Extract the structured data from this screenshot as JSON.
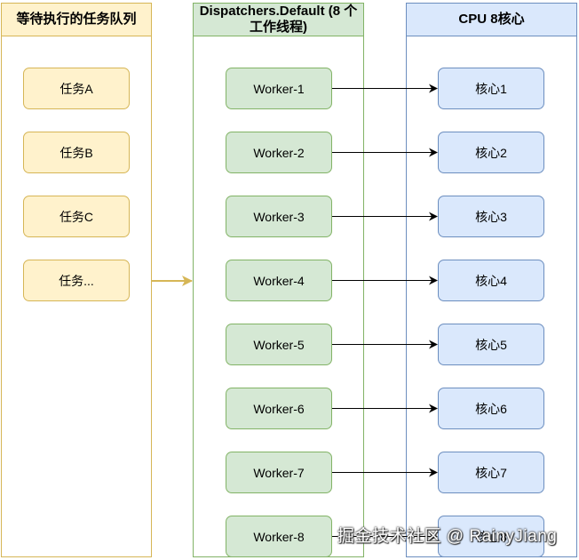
{
  "lanes": {
    "queue": {
      "title": "等待执行的任务队列"
    },
    "dispatcher": {
      "title": "Dispatchers.Default (8 个工作线程)"
    },
    "cpu": {
      "title": "CPU 8核心"
    }
  },
  "tasks": [
    {
      "label": "任务A"
    },
    {
      "label": "任务B"
    },
    {
      "label": "任务C"
    },
    {
      "label": "任务..."
    }
  ],
  "workers": [
    {
      "label": "Worker-1"
    },
    {
      "label": "Worker-2"
    },
    {
      "label": "Worker-3"
    },
    {
      "label": "Worker-4"
    },
    {
      "label": "Worker-5"
    },
    {
      "label": "Worker-6"
    },
    {
      "label": "Worker-7"
    },
    {
      "label": "Worker-8"
    }
  ],
  "cores": [
    {
      "label": "核心1"
    },
    {
      "label": "核心2"
    },
    {
      "label": "核心3"
    },
    {
      "label": "核心4"
    },
    {
      "label": "核心5"
    },
    {
      "label": "核心6"
    },
    {
      "label": "核心7"
    },
    {
      "label": "核心8"
    }
  ],
  "colors": {
    "queue_fill": "#fff2cc",
    "queue_stroke": "#d6b656",
    "dispatcher_fill": "#d5e8d4",
    "dispatcher_stroke": "#82b366",
    "cpu_fill": "#dae8fc",
    "cpu_stroke": "#6c8ebf",
    "queue_arrow": "#d6b656",
    "core_arrow": "#000000"
  },
  "watermark": {
    "text": "掘金技术社区 @ RainyJiang"
  }
}
